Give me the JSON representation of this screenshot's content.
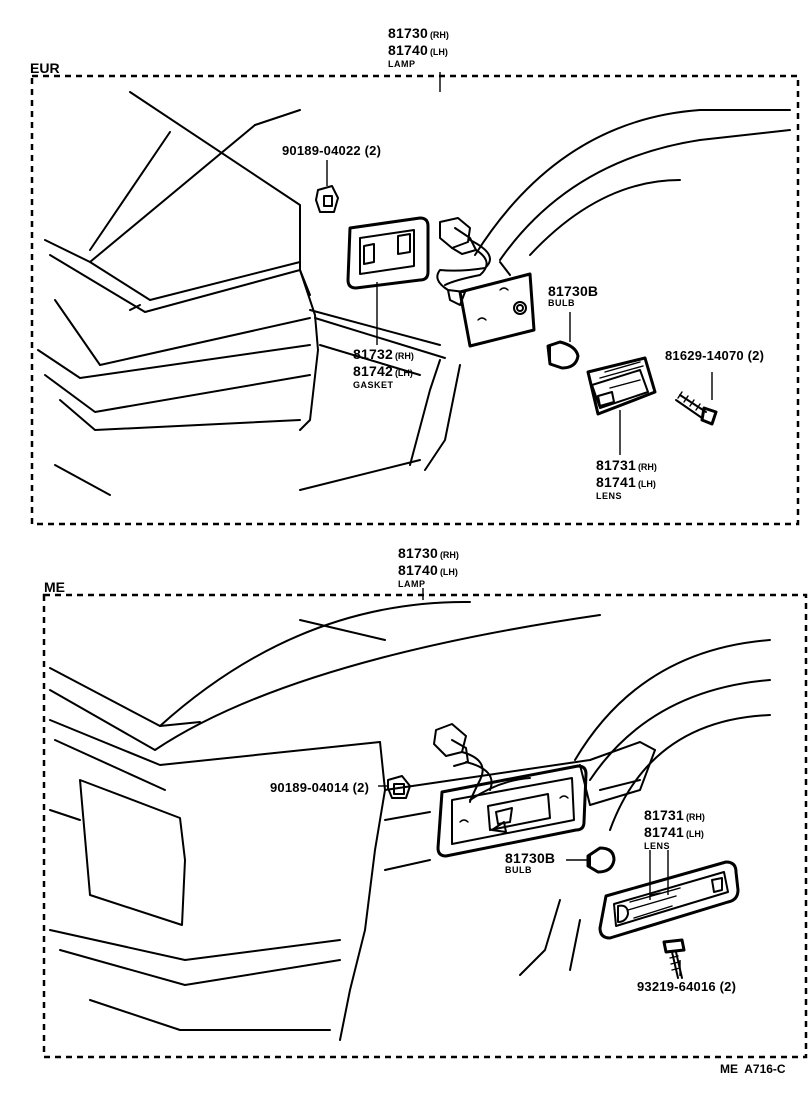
{
  "eur": {
    "region": "EUR",
    "lamp": {
      "pn_rh": "81730",
      "rh": "(RH)",
      "pn_lh": "81740",
      "lh": "(LH)",
      "name": "LAMP"
    },
    "clip": {
      "pn": "90189-04022 (2)"
    },
    "gasket": {
      "pn_rh": "81732",
      "rh": "(RH)",
      "pn_lh": "81742",
      "lh": "(LH)",
      "name": "GASKET"
    },
    "bulb": {
      "pn": "81730B",
      "name": "BULB"
    },
    "screw": {
      "pn": "81629-14070 (2)"
    },
    "lens": {
      "pn_rh": "81731",
      "rh": "(RH)",
      "pn_lh": "81741",
      "lh": "(LH)",
      "name": "LENS"
    }
  },
  "me": {
    "region": "ME",
    "lamp": {
      "pn_rh": "81730",
      "rh": "(RH)",
      "pn_lh": "81740",
      "lh": "(LH)",
      "name": "LAMP"
    },
    "clip": {
      "pn": "90189-04014 (2)"
    },
    "lens": {
      "pn_rh": "81731",
      "rh": "(RH)",
      "pn_lh": "81741",
      "lh": "(LH)",
      "name": "LENS"
    },
    "bulb": {
      "pn": "81730B",
      "name": "BULB"
    },
    "screw": {
      "pn": "93219-64016 (2)"
    }
  },
  "footer": {
    "code": "ME  A716-C"
  }
}
